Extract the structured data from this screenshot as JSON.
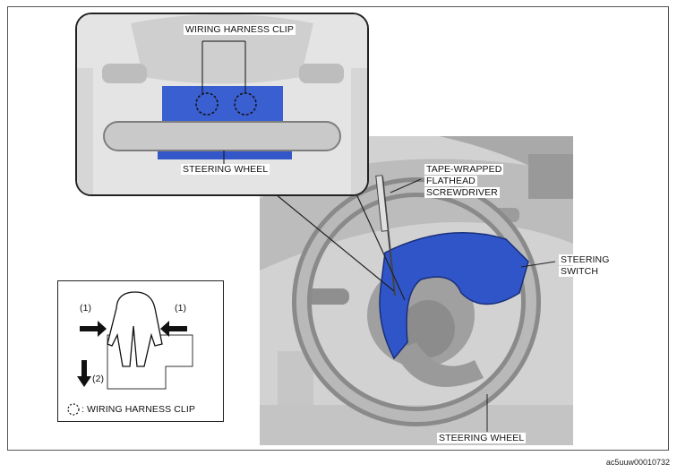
{
  "labels": {
    "inset_clip": "WIRING HARNESS CLIP",
    "inset_wheel": "STEERING WHEEL",
    "screwdriver": [
      "TAPE-WRAPPED",
      "FLATHEAD",
      "SCREWDRIVER"
    ],
    "steering_switch": [
      "STEERING",
      "SWITCH"
    ],
    "main_wheel": "STEERING WHEEL"
  },
  "clip_detail": {
    "step_1": "(1)",
    "step_2": "(2)",
    "legend": ": WIRING HARNESS CLIP"
  },
  "figure_code": "ac5uuw00010732",
  "colors": {
    "switch_blue": "#2f55c9",
    "frame": "#555555",
    "interior_gray": "#d4d4d4"
  }
}
